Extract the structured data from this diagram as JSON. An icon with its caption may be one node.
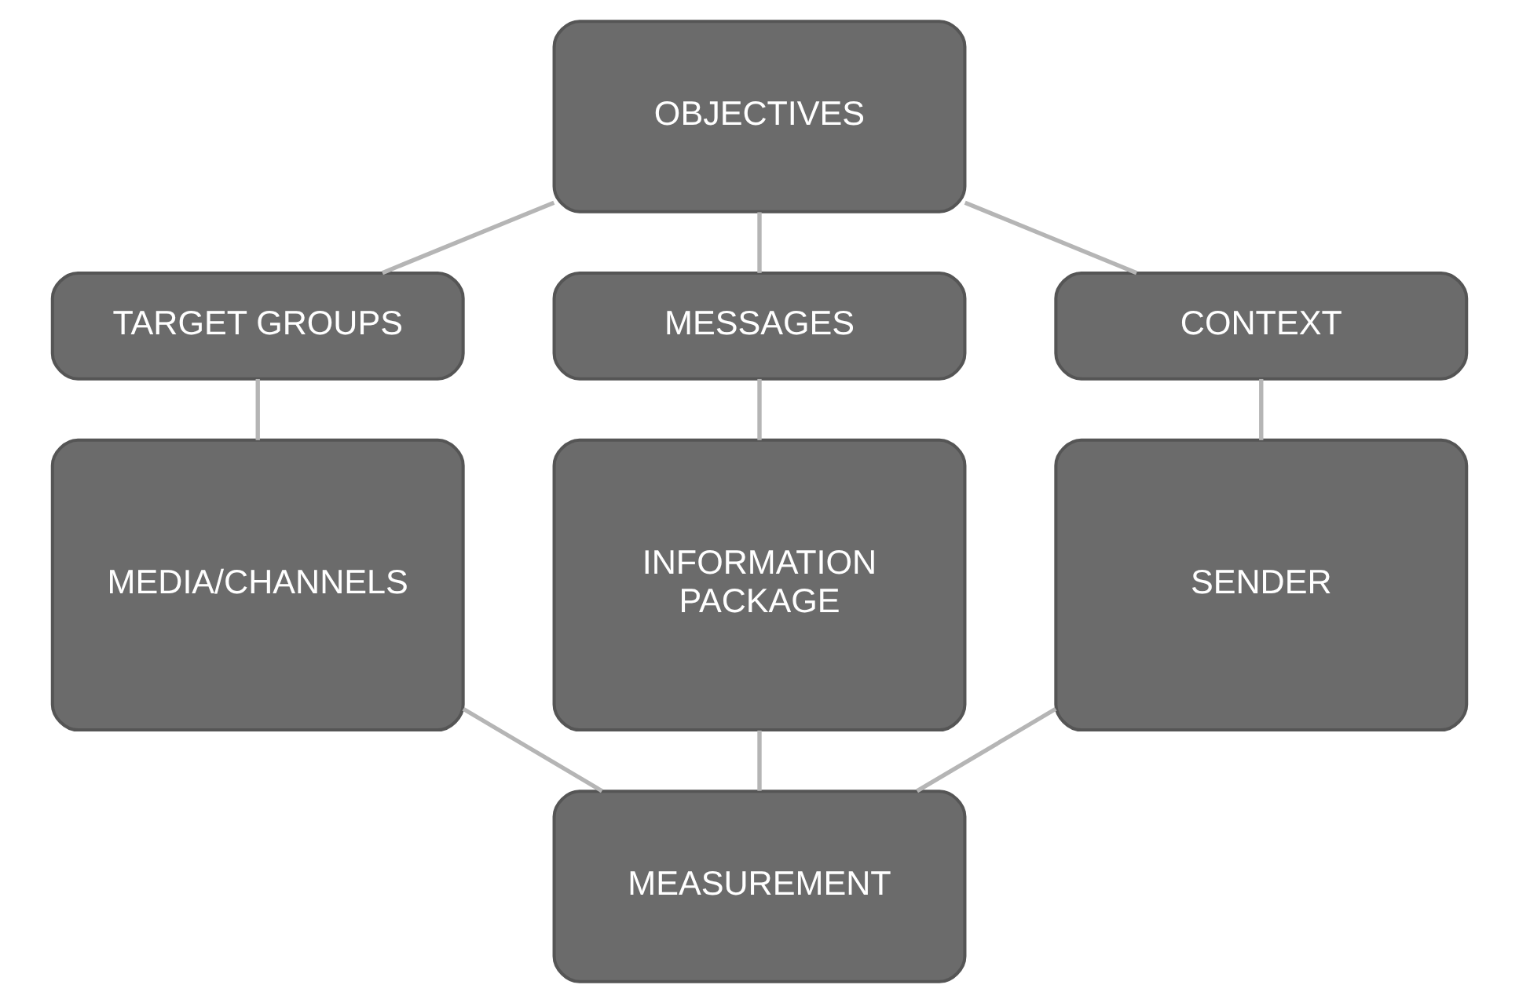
{
  "diagram": {
    "nodes": [
      {
        "text": [
          "OBJECTIVES"
        ]
      },
      {
        "text": [
          "TARGET GROUPS"
        ]
      },
      {
        "text": [
          "MESSAGES"
        ]
      },
      {
        "text": [
          "CONTEXT"
        ]
      },
      {
        "text": [
          "MEDIA/CHANNELS"
        ]
      },
      {
        "text": [
          "INFORMATION PACKAGE"
        ]
      },
      {
        "text": [
          "SENDER"
        ]
      },
      {
        "text": [
          "MEASUREMENT"
        ]
      }
    ],
    "edges": [
      {
        "from": 0,
        "to": 1,
        "arrow": "none"
      },
      {
        "from": 0,
        "to": 2,
        "arrow": "none"
      },
      {
        "from": 0,
        "to": 3,
        "arrow": "none"
      },
      {
        "from": 1,
        "to": 4,
        "arrow": "none"
      },
      {
        "from": 2,
        "to": 5,
        "arrow": "none"
      },
      {
        "from": 3,
        "to": 6,
        "arrow": "none"
      },
      {
        "from": 4,
        "to": 7,
        "arrow": "none"
      },
      {
        "from": 5,
        "to": 7,
        "arrow": "none"
      },
      {
        "from": 6,
        "to": 7,
        "arrow": "none"
      }
    ]
  }
}
